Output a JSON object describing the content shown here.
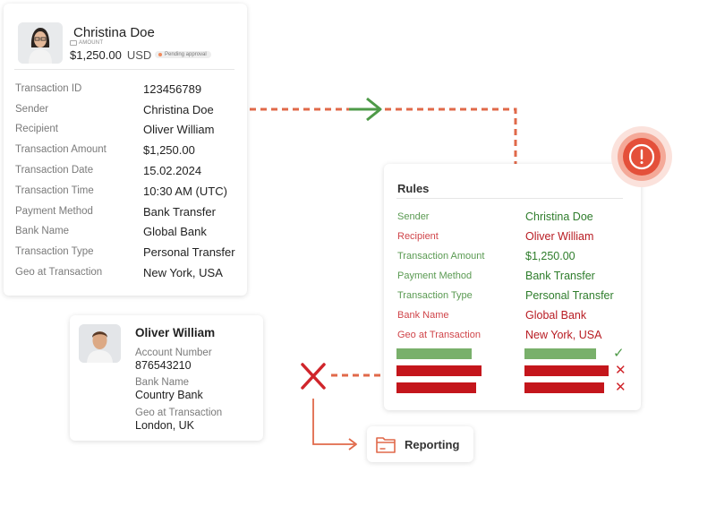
{
  "sender": {
    "name": "Christina Doe",
    "amount_caption": "AMOUNT",
    "amount": "$1,250.00",
    "currency": "USD",
    "status": "Pending approval",
    "details": [
      {
        "label": "Transaction ID",
        "value": "123456789"
      },
      {
        "label": "Sender",
        "value": "Christina Doe"
      },
      {
        "label": "Recipient",
        "value": "Oliver William"
      },
      {
        "label": "Transaction Amount",
        "value": "$1,250.00"
      },
      {
        "label": "Transaction Date",
        "value": "15.02.2024"
      },
      {
        "label": "Transaction Time",
        "value": "10:30 AM (UTC)"
      },
      {
        "label": "Payment Method",
        "value": "Bank Transfer"
      },
      {
        "label": "Bank Name",
        "value": "Global Bank"
      },
      {
        "label": "Transaction Type",
        "value": "Personal Transfer"
      },
      {
        "label": "Geo at Transaction",
        "value": "New York, USA"
      }
    ]
  },
  "recipient": {
    "name": "Oliver William",
    "account_label": "Account Number",
    "account_value": "876543210",
    "bank_label": "Bank Name",
    "bank_value": "Country Bank",
    "geo_label": "Geo at Transaction",
    "geo_value": "London, UK"
  },
  "rules": {
    "title": "Rules",
    "rows": [
      {
        "label": "Sender",
        "value": "Christina Doe",
        "status": "pass"
      },
      {
        "label": "Recipient",
        "value": "Oliver William",
        "status": "fail"
      },
      {
        "label": "Transaction Amount",
        "value": "$1,250.00",
        "status": "pass"
      },
      {
        "label": "Payment Method",
        "value": "Bank Transfer",
        "status": "pass"
      },
      {
        "label": "Transaction Type",
        "value": "Personal Transfer",
        "status": "pass"
      },
      {
        "label": "Bank Name",
        "value": "Global Bank",
        "status": "fail"
      },
      {
        "label": "Geo at Transaction",
        "value": "New York, USA",
        "status": "fail"
      }
    ],
    "summary": [
      "pass",
      "fail",
      "fail"
    ]
  },
  "reporting": {
    "label": "Reporting"
  },
  "icons": {
    "alert": "exclamation-circle-icon",
    "flow_arrow": "arrow-right-icon",
    "reject": "x-mark-icon",
    "reporting": "folder-icon",
    "check": "check-icon",
    "cross": "cross-icon"
  },
  "colors": {
    "pass": "#2f7d2c",
    "fail": "#b81b22",
    "connector": "#e0694a",
    "arrow_pass": "#4e9a48",
    "alert": "#e4503a"
  }
}
